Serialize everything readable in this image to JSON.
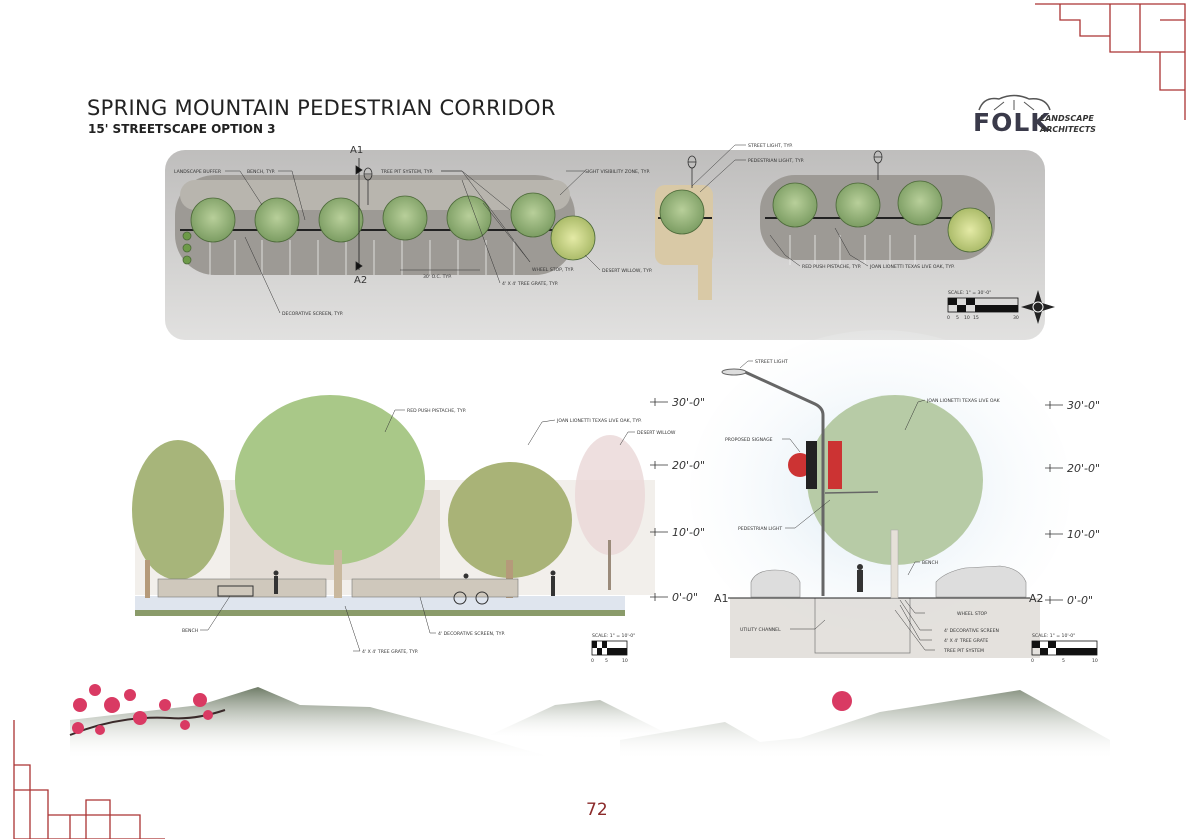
{
  "header": {
    "title": "SPRING MOUNTAIN PEDESTRIAN CORRIDOR",
    "subtitle": "15' STREETSCAPE OPTION 3"
  },
  "logo": {
    "mark": "FOLK",
    "line1": "LANDSCAPE",
    "line2": "ARCHITECTS"
  },
  "plan": {
    "section_marks": [
      "A1",
      "A2"
    ],
    "callouts": [
      "LANDSCAPE BUFFER",
      "BENCH, TYP.",
      "TREE PIT SYSTEM, TYP.",
      "SIGHT VISIBILITY ZONE, TYP.",
      "STREET LIGHT, TYP.",
      "PEDESTRIAN LIGHT, TYP.",
      "WHEEL STOP, TYP.",
      "4' X 4' TREE GRATE, TYP.",
      "DESERT WILLOW, TYP.",
      "DECORATIVE SCREEN, TYP.",
      "30' O.C. TYP.",
      "RED PUSH PISTACHE, TYP.",
      "JOAN LIONETTI TEXAS LIVE OAK, TYP."
    ],
    "scale": {
      "label": "SCALE: 1\" = 30'-0\"",
      "ticks": [
        "0",
        "5",
        "10",
        "15",
        "30"
      ]
    }
  },
  "elevation_left": {
    "callouts": [
      "RED PUSH PISTACHE, TYP.",
      "JOAN LIONETTI TEXAS LIVE OAK, TYP.",
      "DESERT WILLOW",
      "BENCH",
      "4' X 4' TREE GRATE, TYP.",
      "4' DECORATIVE SCREEN, TYP."
    ],
    "scale": {
      "label": "SCALE: 1\" = 10'-0\"",
      "ticks": [
        "0",
        "5",
        "10"
      ]
    }
  },
  "elevation_right": {
    "section_marks": [
      "A1",
      "A2"
    ],
    "callouts": [
      "STREET LIGHT",
      "JOAN LIONETTI TEXAS LIVE OAK",
      "PROPOSED SIGNAGE",
      "PEDESTRIAN LIGHT",
      "BENCH",
      "WHEEL STOP",
      "4' DECORATIVE SCREEN",
      "4' X 4' TREE GRATE",
      "TREE PIT SYSTEM",
      "UTILITY CHANNEL"
    ],
    "scale": {
      "label": "SCALE: 1\" = 10'-0\"",
      "ticks": [
        "0",
        "5",
        "10"
      ]
    }
  },
  "heights": [
    "30'-0\"",
    "20'-0\"",
    "10'-0\"",
    "0'-0\""
  ],
  "page_number": "72",
  "colors": {
    "accent": "#8b2a2a",
    "blossom": "#d93a63",
    "foliage": "#8fae6a",
    "mountain": "#8a9580"
  }
}
